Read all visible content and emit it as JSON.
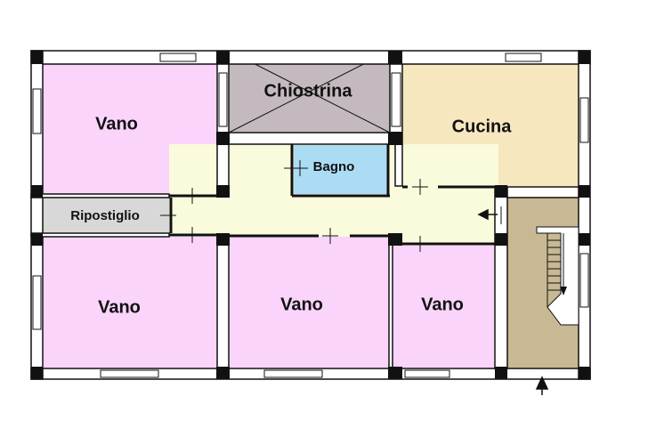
{
  "plan": {
    "rooms": {
      "vano_top_left": {
        "label": "Vano",
        "color": "#fad4fb"
      },
      "chiostrina": {
        "label": "Chiostrina",
        "color": "#c4b9bf"
      },
      "cucina": {
        "label": "Cucina",
        "color": "#f6e7bf"
      },
      "bagno": {
        "label": "Bagno",
        "color": "#acdcf3"
      },
      "ripostiglio": {
        "label": "Ripostiglio",
        "color": "#d8d8d8"
      },
      "corridoio": {
        "label": "",
        "color": "#fafadc"
      },
      "vano_bottom_left": {
        "label": "Vano",
        "color": "#fad4fb"
      },
      "vano_bottom_middle": {
        "label": "Vano",
        "color": "#fad4fb"
      },
      "vano_bottom_right": {
        "label": "Vano",
        "color": "#fad4fb"
      },
      "scala": {
        "label": "",
        "color": "#c8b994"
      }
    },
    "colors": {
      "wall": "#111111",
      "wall_fill": "#ffffff",
      "window": "#ffffff"
    }
  }
}
